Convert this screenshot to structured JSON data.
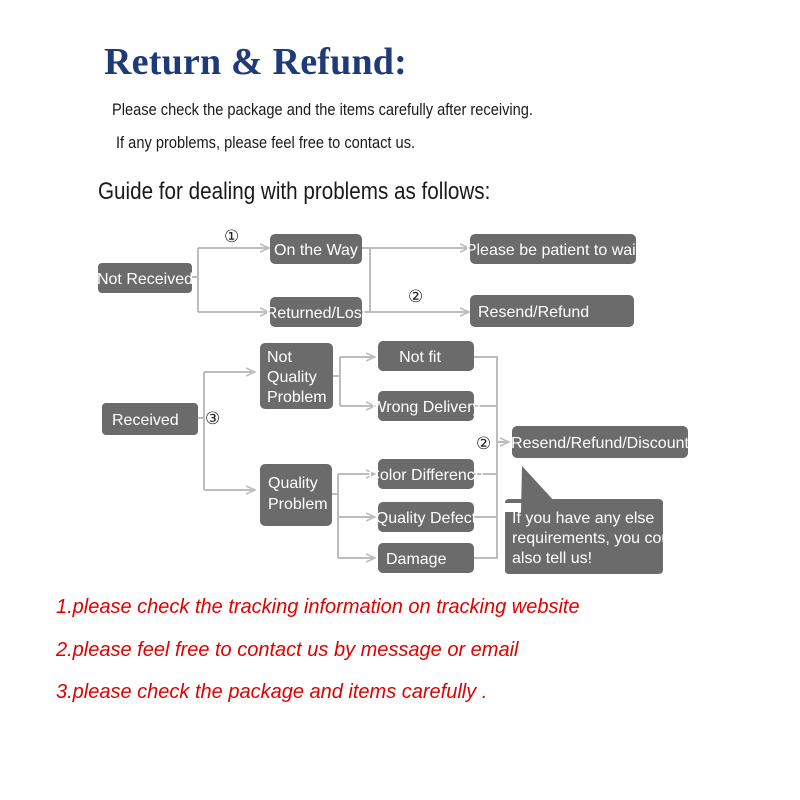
{
  "title": "Return & Refund:",
  "intro": [
    "Please check the package and the items carefully after receiving.",
    "If any problems, please feel free to contact us."
  ],
  "guide": "Guide for dealing with problems as follows:",
  "diagram": {
    "not_received": "Not Received",
    "on_the_way": "On the Way",
    "returned_lost": "Returned/Lost",
    "be_patient": "Please be patient to wait",
    "resend_refund": "Resend/Refund",
    "received": "Received",
    "not_quality_problem": [
      "Not",
      "Quality",
      "Problem"
    ],
    "quality_problem": [
      "Quality",
      "Problem"
    ],
    "not_fit": "Not fit",
    "wrong_delivery": "Wrong Delivery",
    "color_difference": "Color Difference",
    "quality_defect": "Quality Defect",
    "damage": "Damage",
    "resend_refund_discount": "Resend/Refund/Discount",
    "speech": [
      "If you have any else",
      "requirements, you could",
      "also tell us!"
    ],
    "marker_1": "①",
    "marker_2": "②",
    "marker_3": "③"
  },
  "notes": [
    "1.please check the tracking information on tracking website",
    "2.please feel free to contact us by message or email",
    "3.please check the package and items carefully ."
  ]
}
